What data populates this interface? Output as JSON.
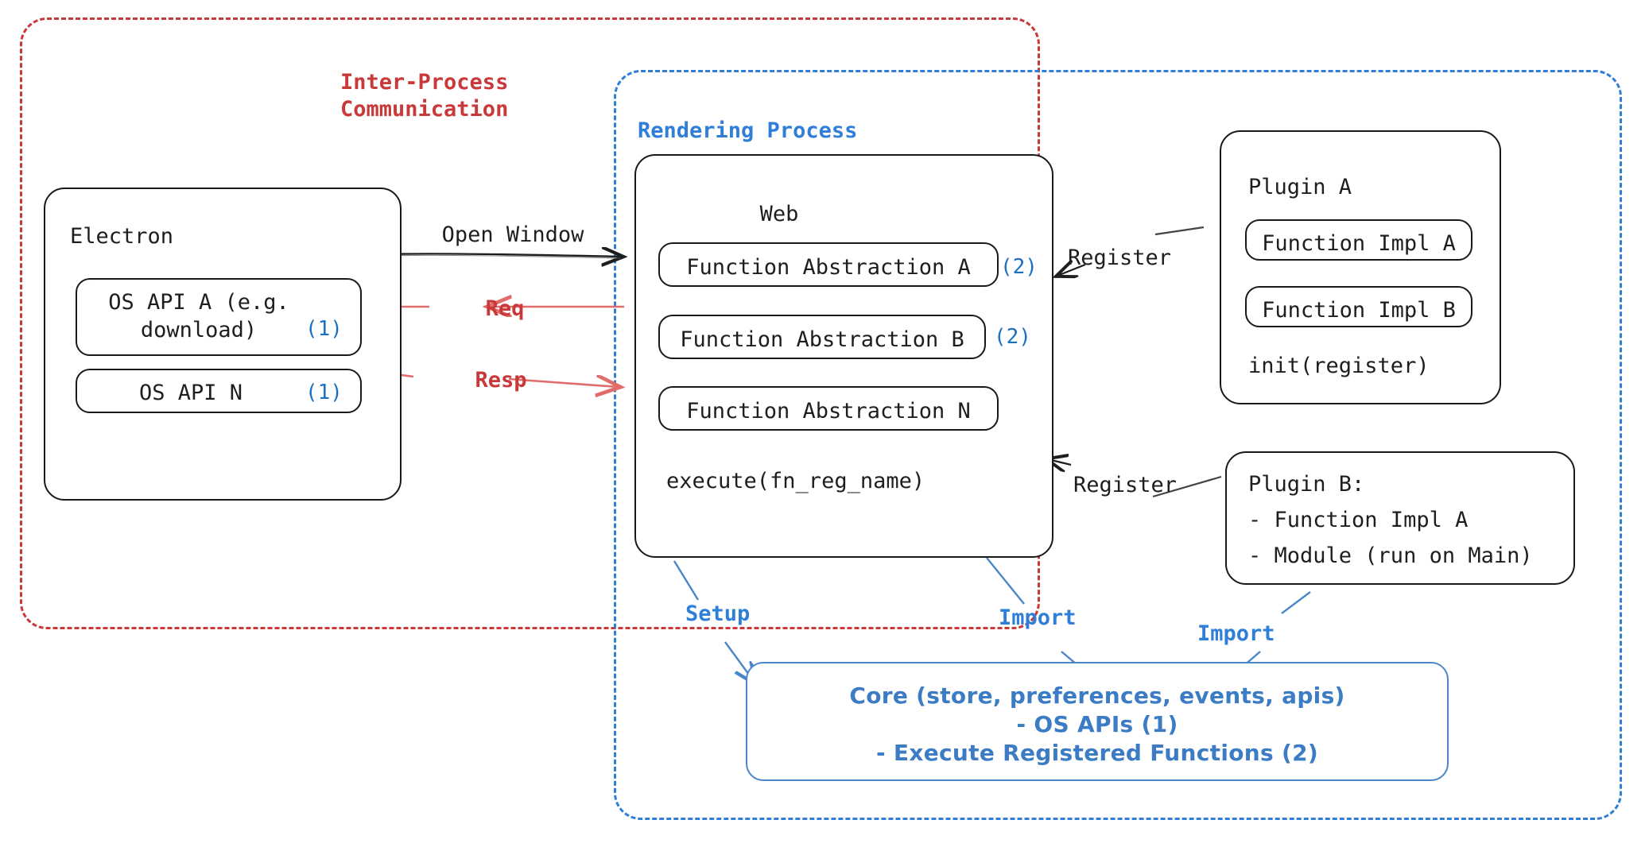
{
  "diagram": {
    "title": "Electron plugin architecture",
    "colors": {
      "ipc_red": "#c9393a",
      "renderer_blue": "#2f7ed8",
      "accent_blue": "#1971c2",
      "core_blue": "#3b7cc4",
      "ink": "#1e1e1e"
    }
  },
  "containers": {
    "ipc": {
      "label_line1": "Inter-Process",
      "label_line2": "Communication"
    },
    "renderer": {
      "label": "Rendering Process"
    }
  },
  "electron": {
    "title": "Electron",
    "apis": [
      {
        "label": "OS API A (e.g.\ndownload)",
        "mark": "(1)"
      },
      {
        "label": "OS API N",
        "mark": "(1)"
      }
    ]
  },
  "web": {
    "title": "Web",
    "abstractions": [
      {
        "label": "Function Abstraction A",
        "mark": "(2)"
      },
      {
        "label": "Function Abstraction B",
        "mark": "(2)"
      },
      {
        "label": "Function Abstraction N",
        "mark": ""
      }
    ],
    "execute": "execute(fn_reg_name)"
  },
  "plugin_a": {
    "title": "Plugin A",
    "functions": [
      "Function Impl A",
      "Function Impl B"
    ],
    "init": "init(register)"
  },
  "plugin_b": {
    "title": "Plugin B:",
    "items": [
      "- Function Impl A",
      "- Module (run on Main)"
    ]
  },
  "core": {
    "line1": "Core (store, preferences, events, apis)",
    "line2": "- OS APIs (1)",
    "line3": "- Execute Registered Functions (2)"
  },
  "arrows": {
    "open_window": "Open Window",
    "req": "Req",
    "resp": "Resp",
    "register_a": "Register",
    "register_b": "Register",
    "setup": "Setup",
    "import_web": "Import",
    "import_plugin": "Import"
  }
}
